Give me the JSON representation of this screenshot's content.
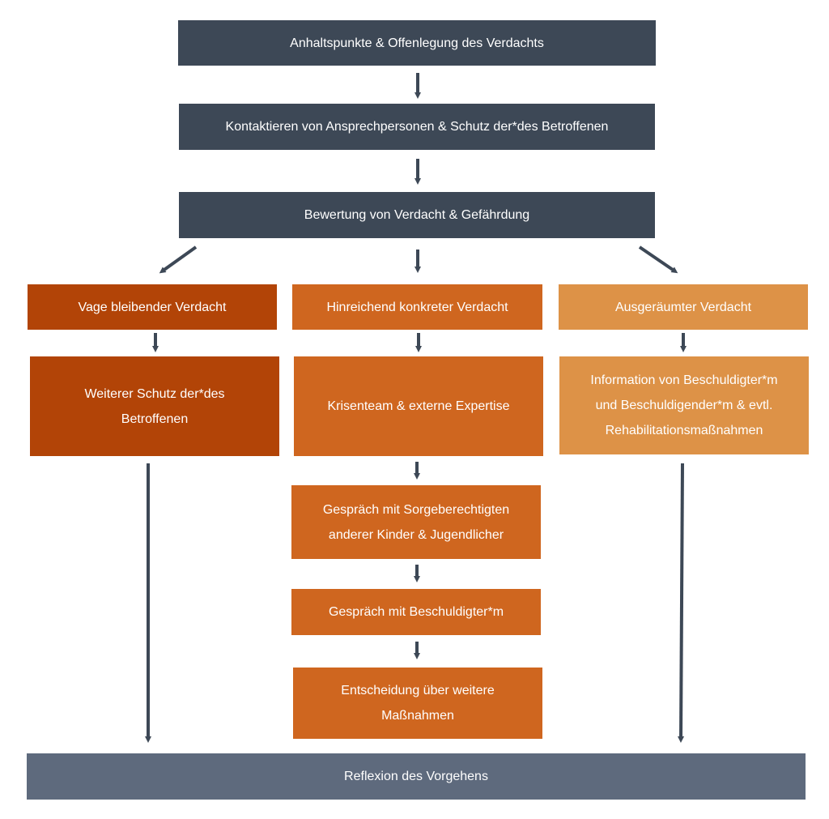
{
  "diagram": {
    "step1": "Anhaltspunkte & Offenlegung des Verdachts",
    "step2": "Kontaktieren von Ansprechpersonen & Schutz der*des Betroffenen",
    "step3": "Bewertung von Verdacht & Gefährdung",
    "left": {
      "header": "Vage bleibender Verdacht",
      "action_line1": "Weiterer Schutz der*des",
      "action_line2": "Betroffenen"
    },
    "middle": {
      "header": "Hinreichend konkreter Verdacht",
      "action1": "Krisenteam & externe Expertise",
      "action2_line1": "Gespräch mit Sorgeberechtigten",
      "action2_line2": "anderer Kinder & Jugendlicher",
      "action3": "Gespräch mit Beschuldigter*m",
      "action4_line1": "Entscheidung über weitere",
      "action4_line2": "Maßnahmen"
    },
    "right": {
      "header": "Ausgeräumter Verdacht",
      "action_line1": "Information von Beschuldigter*m",
      "action_line2": "und Beschuldigender*m & evtl.",
      "action_line3": "Rehabilitationsmaßnahmen"
    },
    "final": "Reflexion des Vorgehens"
  },
  "colors": {
    "dark": "#3d4856",
    "slate": "#5e6a7d",
    "rust": "#b24407",
    "orange": "#cf661f",
    "light": "#dd9247",
    "arrow": "#3d4856"
  }
}
